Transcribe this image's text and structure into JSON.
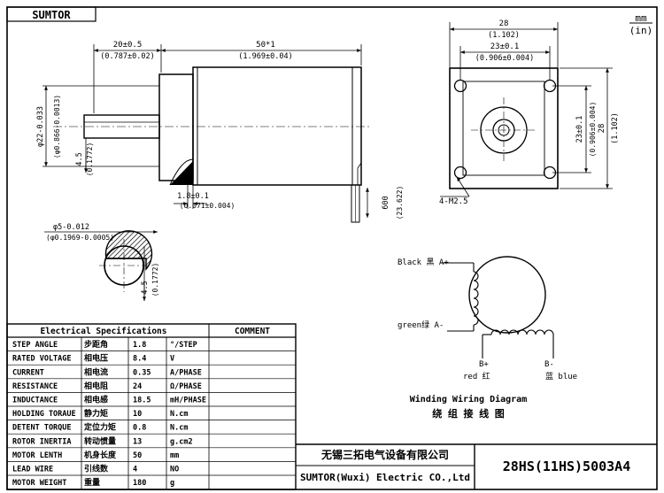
{
  "header": {
    "brand": "SUMTOR",
    "unit_top": "mm",
    "unit_bottom": "(in)"
  },
  "side_view": {
    "dim_shaft_len": "20±0.5",
    "dim_shaft_len_in": "(0.787±0.02)",
    "dim_body_len": "50*1",
    "dim_body_len_in": "(1.969±0.04)",
    "dim_boss_dia": "φ22-0.033",
    "dim_boss_dia_in": "(φ0.866-0.0013)",
    "dim_flat": "4.5",
    "dim_flat_in": "(0.1772)",
    "dim_flange": "1.8±0.1",
    "dim_flange_in": "(0.071±0.004)",
    "dim_lead": "600",
    "dim_lead_in": "(23.622)"
  },
  "shaft_section": {
    "dim_dia": "φ5-0.012",
    "dim_dia_in": "(φ0.1969-0.0005)",
    "dim_flat": "4.5",
    "dim_flat_in": "(0.1772)"
  },
  "front_view": {
    "dim_width": "28",
    "dim_width_in": "(1.102)",
    "dim_hole_spacing": "23±0.1",
    "dim_hole_spacing_in": "(0.906±0.004)",
    "dim_height": "28",
    "dim_height_in": "(1.102)",
    "dim_hole_v": "23±0.1",
    "dim_hole_v_in": "(0.906±0.004)",
    "dim_screw": "4-M2.5"
  },
  "wiring": {
    "black": "Black 黑 A+",
    "green": "green绿 A-",
    "bplus": "B+",
    "red": "red 红",
    "bminus": "B-",
    "blue": "蓝 blue",
    "title_en": "Winding Wiring Diagram",
    "title_cn": "绕 组 接 线 图"
  },
  "specs": {
    "title": "Electrical Specifications",
    "comment": "COMMENT",
    "rows": [
      {
        "en": "STEP ANGLE",
        "cn": "步距角",
        "value": "1.8",
        "unit": "°/STEP"
      },
      {
        "en": "RATED VOLTAGE",
        "cn": "相电压",
        "value": "8.4",
        "unit": "V"
      },
      {
        "en": "CURRENT",
        "cn": "相电流",
        "value": "0.35",
        "unit": "A/PHASE"
      },
      {
        "en": "RESISTANCE",
        "cn": "相电阻",
        "value": "24",
        "unit": "Ω/PHASE"
      },
      {
        "en": "INDUCTANCE",
        "cn": "相电感",
        "value": "18.5",
        "unit": "mH/PHASE"
      },
      {
        "en": "HOLDING TORAUE",
        "cn": "静力矩",
        "value": "10",
        "unit": "N.cm"
      },
      {
        "en": "DETENT TORQUE",
        "cn": "定位力矩",
        "value": "0.8",
        "unit": "N.cm"
      },
      {
        "en": "ROTOR INERTIA",
        "cn": "转动惯量",
        "value": "13",
        "unit": "g.cm2"
      },
      {
        "en": "MOTOR LENTH",
        "cn": "机身长度",
        "value": "50",
        "unit": "mm"
      },
      {
        "en": "LEAD WIRE",
        "cn": "引线数",
        "value": "4",
        "unit": "NO"
      },
      {
        "en": "MOTOR WEIGHT",
        "cn": "重量",
        "value": "180",
        "unit": "g"
      }
    ]
  },
  "title_block": {
    "company_cn": "无锡三拓电气设备有限公司",
    "company_en": "SUMTOR(Wuxi) Electric CO.,Ltd",
    "model": "28HS(11HS)5003A4"
  }
}
